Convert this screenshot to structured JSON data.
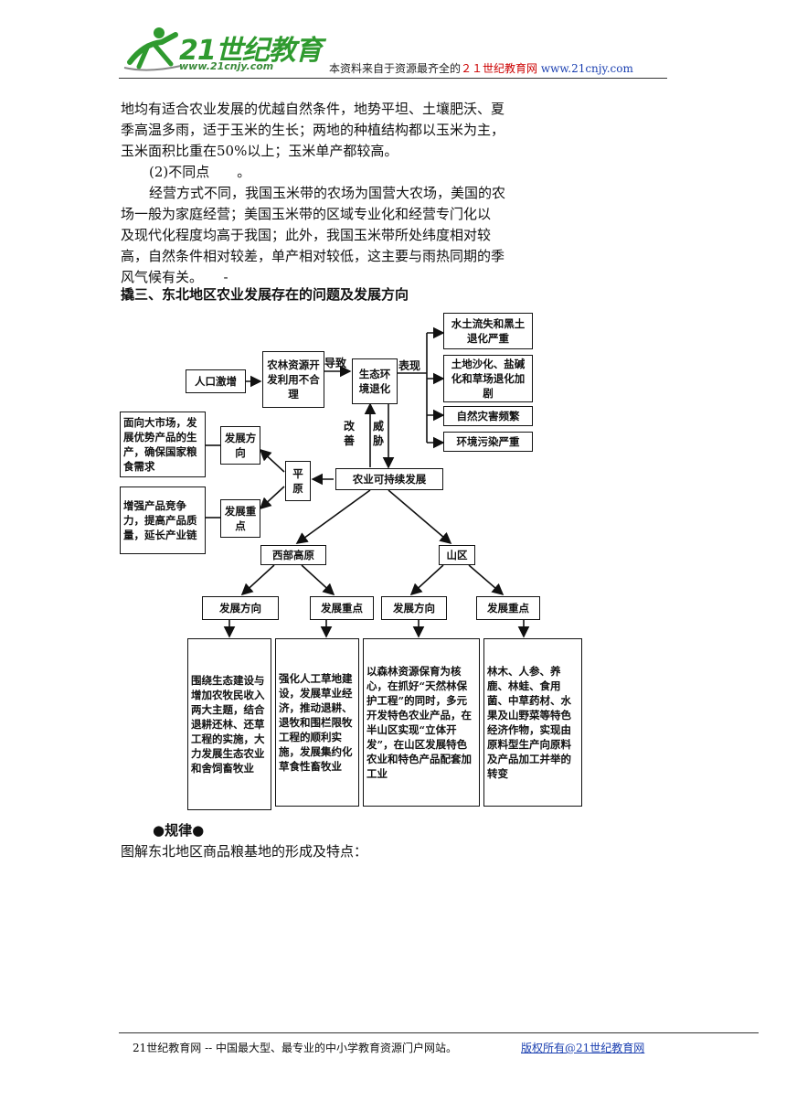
{
  "header": {
    "logo_text": "21世纪教育",
    "logo_url": "www.21cnjy.com",
    "tagline_prefix": "本资料来自于资源最齐全的",
    "tagline_site": "２１世纪教育网",
    "tagline_url": "www.21cnjy.com"
  },
  "body": {
    "lines": [
      "地均有适合农业发展的优越自然条件，地势平坦、土壤肥沃、夏",
      "季高温多雨，适于玉米的生长；两地的种植结构都以玉米为主，",
      "玉米面积比重在50%以上；玉米单产都较高。",
      "(2)不同点　　。",
      "经营方式不同，我国玉米带的农场为国营大农场，美国的农",
      "场一般为家庭经营；美国玉米带的区域专业化和经营专门化以",
      "及现代化程度均高于我国；此外，我国玉米带所处纬度相对较",
      "高，自然条件相对较差，单产相对较低，这主要与雨热同期的季",
      "风气候有关。　　-"
    ],
    "section_title": "撬三、东北地区农业发展存在的问题及发展方向"
  },
  "diagram": {
    "population": "人口激增",
    "misuse": "农林资源开发利用不合理",
    "arrow_lead": "导致",
    "eco": "生态环境退化",
    "arrow_show": "表现",
    "effects": [
      "水土流失和黑土退化严重",
      "土地沙化、盐碱化和草场退化加剧",
      "自然灾害频繁",
      "环境污染严重"
    ],
    "improve": "改善",
    "threat": "威胁",
    "sustainable": "农业可持续发展",
    "balance": "平原",
    "plain_dir_label": "发展方向",
    "plain_dir_text": "面向大市场，发展优势产品的生产，确保国家粮食需求",
    "plain_key_label": "发展重点",
    "plain_key_text": "增强产品竞争力，提高产品质量，延长产业链",
    "west": "西部高原",
    "mountain": "山区",
    "sub_dir": "发展方向",
    "sub_key": "发展重点",
    "west_dir_text": "围绕生态建设与增加农牧民收入两大主题，结合退耕还林、还草工程的实施，大力发展生态农业和舍饲畜牧业",
    "west_key_text": "强化人工草地建设，发展草业经济，推动退耕、退牧和围栏限牧工程的顺利实施，发展集约化草食性畜牧业",
    "mtn_dir_text": "以森林资源保育为核心，在抓好“天然林保护工程”的同时，多元开发特色农业产品，在半山区实现“立体开发”，在山区发展特色农业和特色产品配套加工业",
    "mtn_key_text": "林木、人参、养鹿、林蛙、食用菌、中草药材、水果及山野菜等特色经济作物，实现由原料型生产向原料及产品加工并举的转变"
  },
  "rule": {
    "heading": "●规律●",
    "desc": "图解东北地区商品粮基地的形成及特点："
  },
  "footer": {
    "left": "21世纪教育网 -- 中国最大型、最专业的中小学教育资源门户网站。",
    "right": "版权所有@21世纪教育网"
  }
}
